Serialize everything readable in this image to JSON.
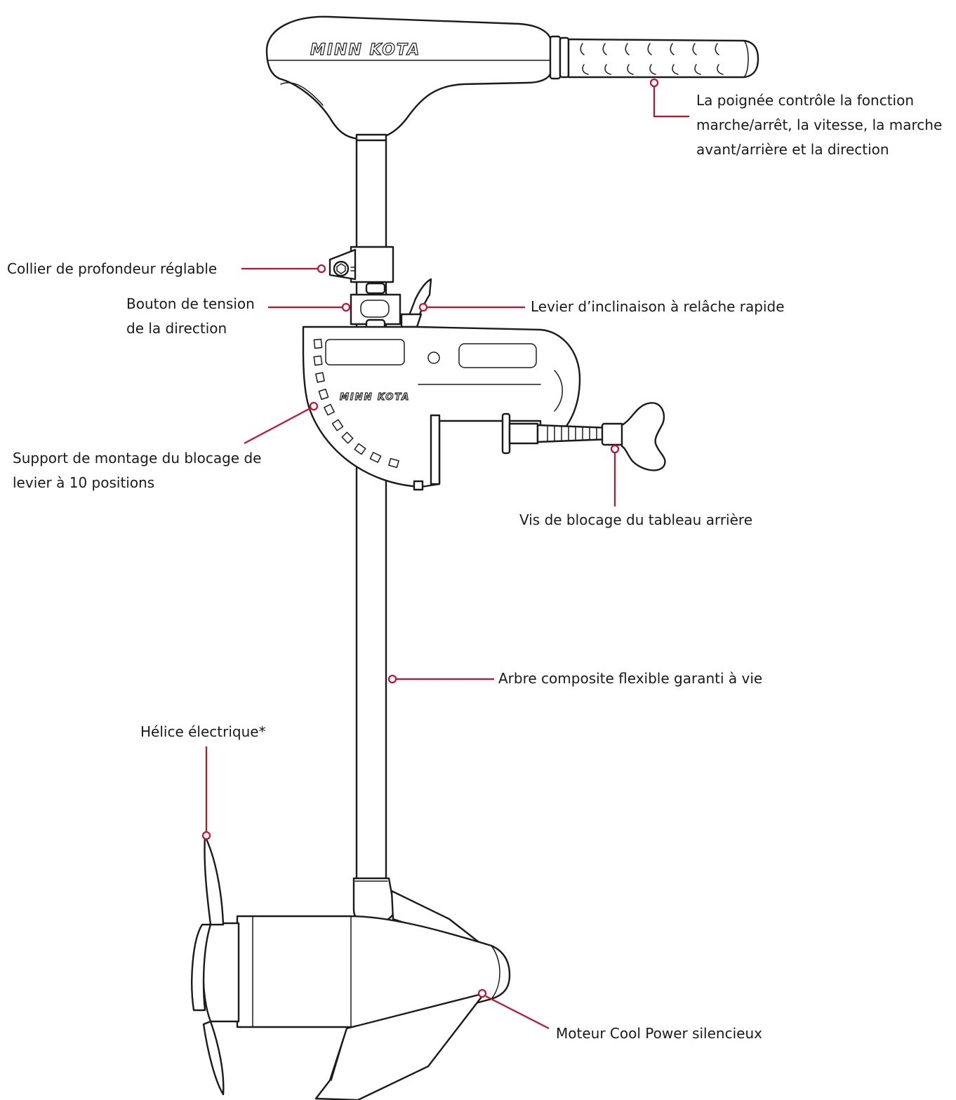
{
  "brand": {
    "logo_text": "MINN KOTA"
  },
  "colors": {
    "leader": "#c8102e",
    "ink": "#1b1b1b",
    "text": "#1a1a1a"
  },
  "callouts": {
    "handle": {
      "lines": [
        "La poignée contrôle la fonction",
        "marche/arrêt, la vitesse, la marche",
        "avant/arrière et la direction"
      ]
    },
    "depth_collar": {
      "lines": [
        "Collier de profondeur réglable"
      ]
    },
    "steering_knob": {
      "lines": [
        "Bouton de tension",
        "de la direction"
      ]
    },
    "tilt_lever": {
      "lines": [
        "Levier d’inclinaison à relâche rapide"
      ]
    },
    "mount_bracket": {
      "lines": [
        "Support de montage du blocage de",
        "levier à 10 positions"
      ]
    },
    "transom_screw": {
      "lines": [
        "Vis de blocage du tableau arrière"
      ]
    },
    "shaft": {
      "lines": [
        "Arbre composite flexible garanti à vie"
      ]
    },
    "propeller": {
      "lines": [
        "Hélice électrique*"
      ]
    },
    "motor": {
      "lines": [
        "Moteur Cool Power silencieux"
      ]
    }
  }
}
